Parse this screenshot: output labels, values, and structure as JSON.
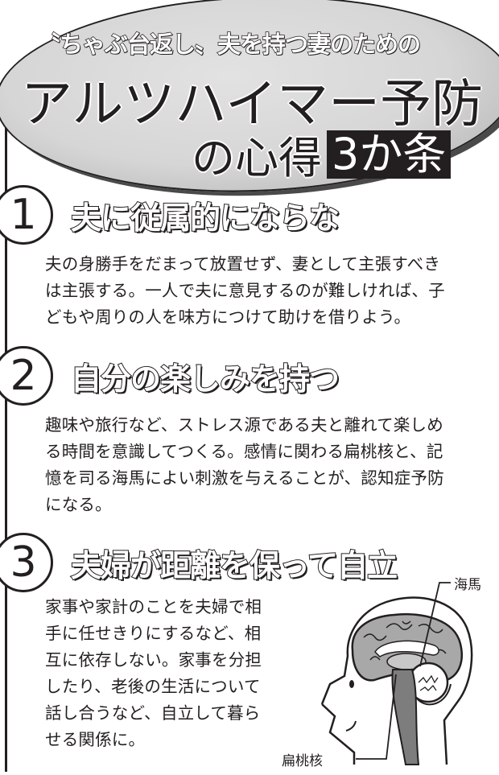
{
  "title": {
    "subtitle": "〝ちゃぶ台返し〟夫を持つ妻のための",
    "main": "アルツハイマー予防",
    "line2_plain": "の心得",
    "line2_boxed": "3か条"
  },
  "sections": [
    {
      "number": "1",
      "heading": "夫に従属的にならな",
      "body_lines": [
        "夫の身勝手をだまって放置せず、妻として主張すべき",
        "は主張する。一人で夫に意見するのが難しければ、子",
        "どもや周りの人を味方につけて助けを借りよう。"
      ]
    },
    {
      "number": "2",
      "heading": "自分の楽しみを持つ",
      "body_lines": [
        "趣味や旅行など、ストレス源である夫と離れて楽しめ",
        "る時間を意識してつくる。感情に関わる扁桃核と、記",
        "憶を司る海馬によい刺激を与えることが、認知症予防",
        "になる。"
      ]
    },
    {
      "number": "3",
      "heading": "夫婦が距離を保って自立",
      "body_lines": [
        "家事や家計のことを夫婦で相",
        "手に任せきりにするなど、相",
        "互に依存しない。家事を分担",
        "したり、老後の生活について",
        "話し合うなど、自立して暮ら",
        "せる関係に。"
      ]
    }
  ],
  "figure": {
    "icon": "brain-cross-section-icon",
    "label_hippocampus": "海馬",
    "label_amygdala": "扁桃核"
  },
  "colors": {
    "ink": "#231f20",
    "ellipse_fill": "#d6d6d6",
    "brain_gray": "#a8a8a8",
    "brain_dark": "#7d7d7d"
  }
}
